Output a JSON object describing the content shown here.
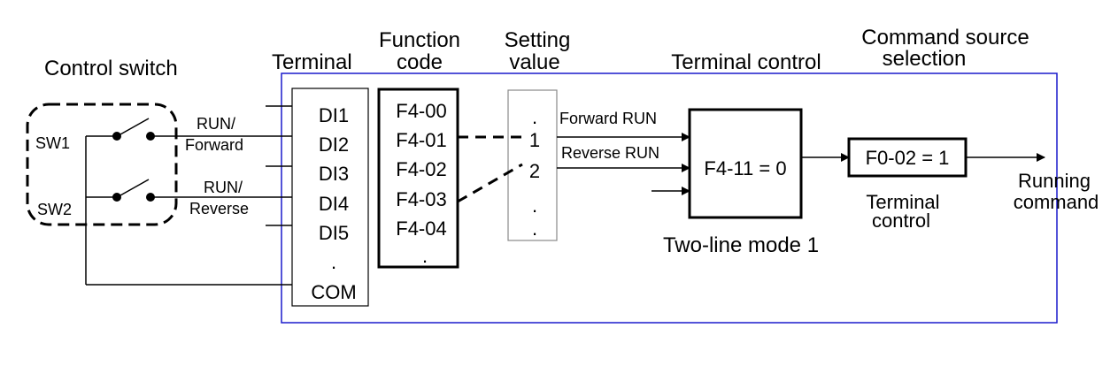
{
  "headers": {
    "control_switch": "Control switch",
    "terminal": "Terminal",
    "function_code_1": "Function",
    "function_code_2": "code",
    "setting_value_1": "Setting",
    "setting_value_2": "value",
    "terminal_control": "Terminal control",
    "command_source_1": "Command source",
    "command_source_2": "selection"
  },
  "switches": {
    "sw1": "SW1",
    "sw2": "SW2",
    "run_forward_1": "RUN/",
    "run_forward_2": "Forward",
    "run_reverse_1": "RUN/",
    "run_reverse_2": "Reverse"
  },
  "terminals": [
    "DI1",
    "DI2",
    "DI3",
    "DI4",
    "DI5",
    ".",
    "COM"
  ],
  "function_codes": [
    "F4-00",
    "F4-01",
    "F4-02",
    "F4-03",
    "F4-04",
    "."
  ],
  "setting_values": [
    ".",
    "1",
    "2",
    ".",
    "."
  ],
  "signals": {
    "forward_run": "Forward RUN",
    "reverse_run": "Reverse RUN"
  },
  "terminal_control_block": {
    "label": "F4-11 = 0",
    "caption": "Two-line mode  1"
  },
  "command_source_block": {
    "label": "F0-02 = 1",
    "caption_1": "Terminal",
    "caption_2": "control"
  },
  "output": {
    "label_1": "Running",
    "label_2": "command"
  },
  "colors": {
    "frame": "#1a1acc",
    "line": "#000000",
    "setting_border": "#888888"
  }
}
